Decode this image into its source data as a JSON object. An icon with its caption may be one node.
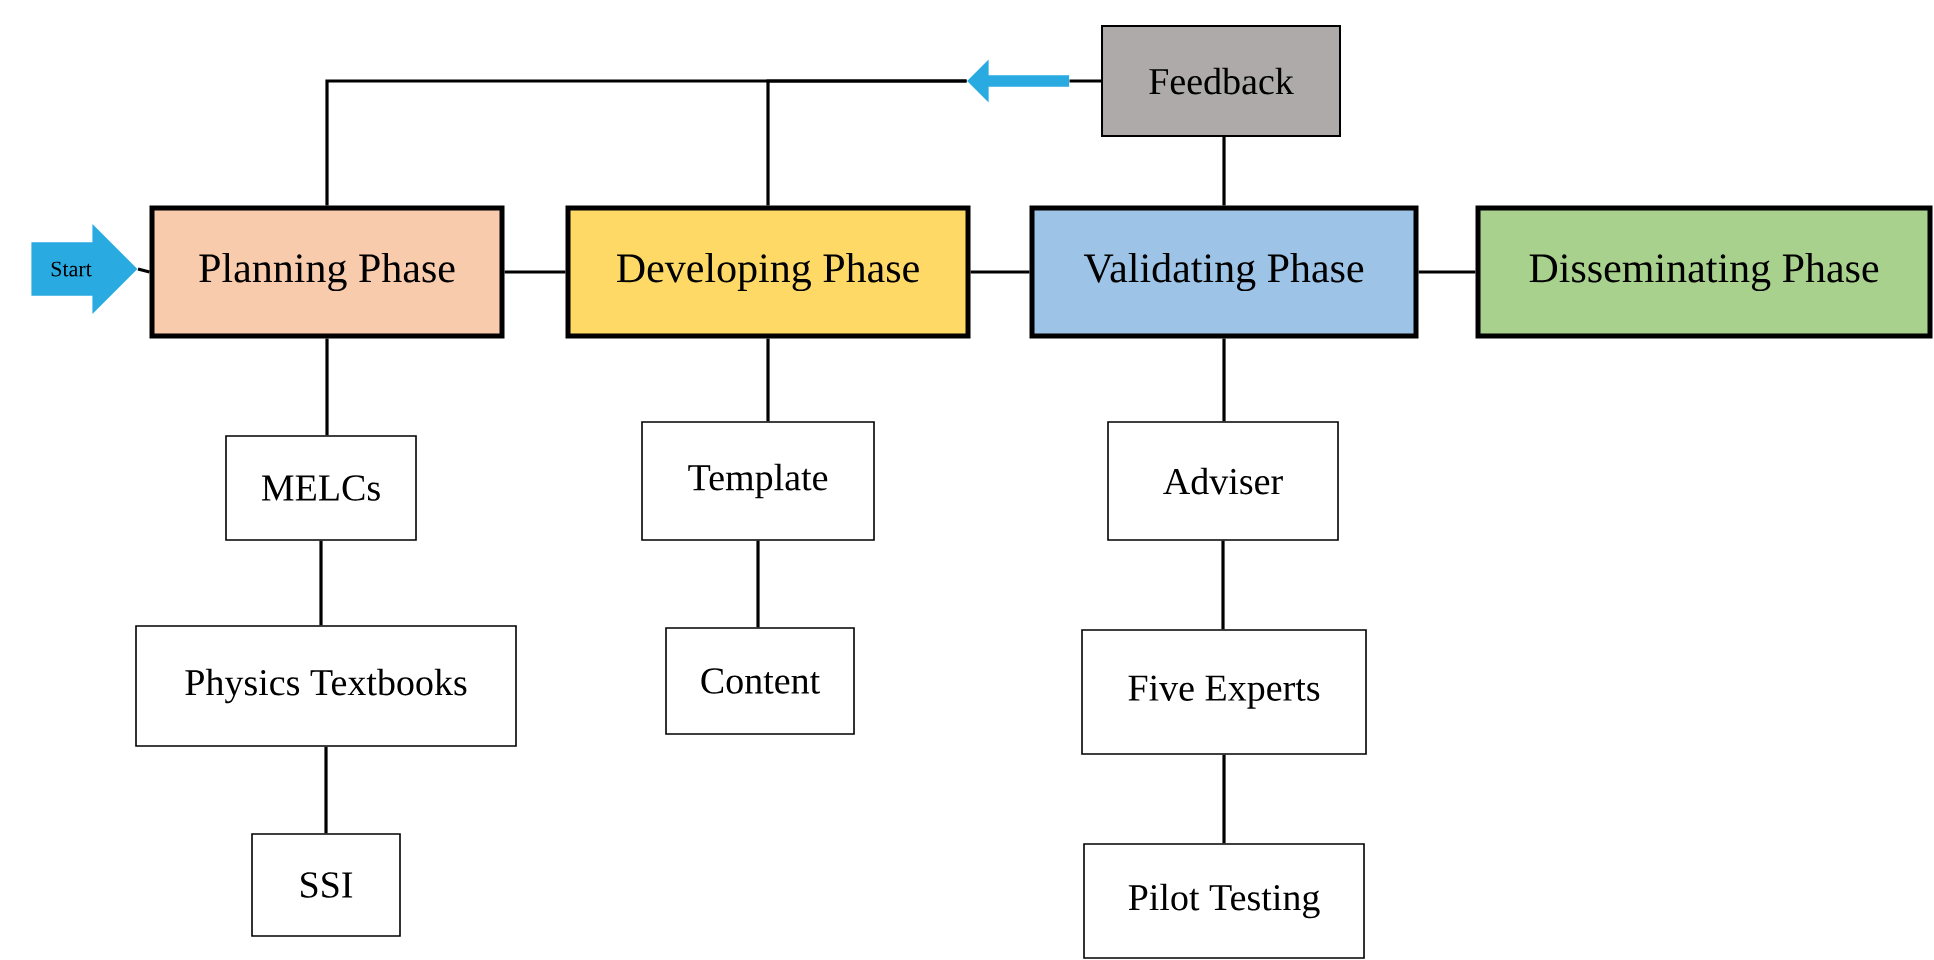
{
  "diagram": {
    "nodes": [
      {
        "text": [
          "Start"
        ]
      },
      {
        "text": [
          "Planning Phase"
        ]
      },
      {
        "text": [
          "Developing Phase"
        ]
      },
      {
        "text": [
          "Validating Phase"
        ]
      },
      {
        "text": [
          "Disseminating Phase"
        ]
      },
      {
        "text": [
          "Feedback"
        ]
      },
      {
        "text": [
          "MELCs"
        ]
      },
      {
        "text": [
          "Physics Textbooks"
        ]
      },
      {
        "text": [
          "SSI"
        ]
      },
      {
        "text": [
          "Template"
        ]
      },
      {
        "text": [
          "Content"
        ]
      },
      {
        "text": [
          "Adviser"
        ]
      },
      {
        "text": [
          "Five Experts"
        ]
      },
      {
        "text": [
          "Pilot Testing"
        ]
      },
      {
        "text": [],
        "shape": "arrow"
      }
    ],
    "edges": [
      {
        "from": 0,
        "to": 1,
        "arrow": "none"
      },
      {
        "from": 1,
        "to": 2,
        "arrow": "none"
      },
      {
        "from": 2,
        "to": 3,
        "arrow": "none"
      },
      {
        "from": 3,
        "to": 4,
        "arrow": "none"
      },
      {
        "from": 3,
        "to": 5,
        "arrow": "none"
      },
      {
        "from": 5,
        "to": 14,
        "arrow": "none"
      },
      {
        "from": 14,
        "to": 1,
        "arrow": "none"
      },
      {
        "from": 14,
        "to": 2,
        "arrow": "none"
      },
      {
        "from": 1,
        "to": 6,
        "arrow": "none"
      },
      {
        "from": 6,
        "to": 7,
        "arrow": "none"
      },
      {
        "from": 7,
        "to": 8,
        "arrow": "none"
      },
      {
        "from": 2,
        "to": 9,
        "arrow": "none"
      },
      {
        "from": 9,
        "to": 10,
        "arrow": "none"
      },
      {
        "from": 3,
        "to": 11,
        "arrow": "none"
      },
      {
        "from": 11,
        "to": 12,
        "arrow": "none"
      },
      {
        "from": 12,
        "to": 13,
        "arrow": "none"
      }
    ]
  }
}
